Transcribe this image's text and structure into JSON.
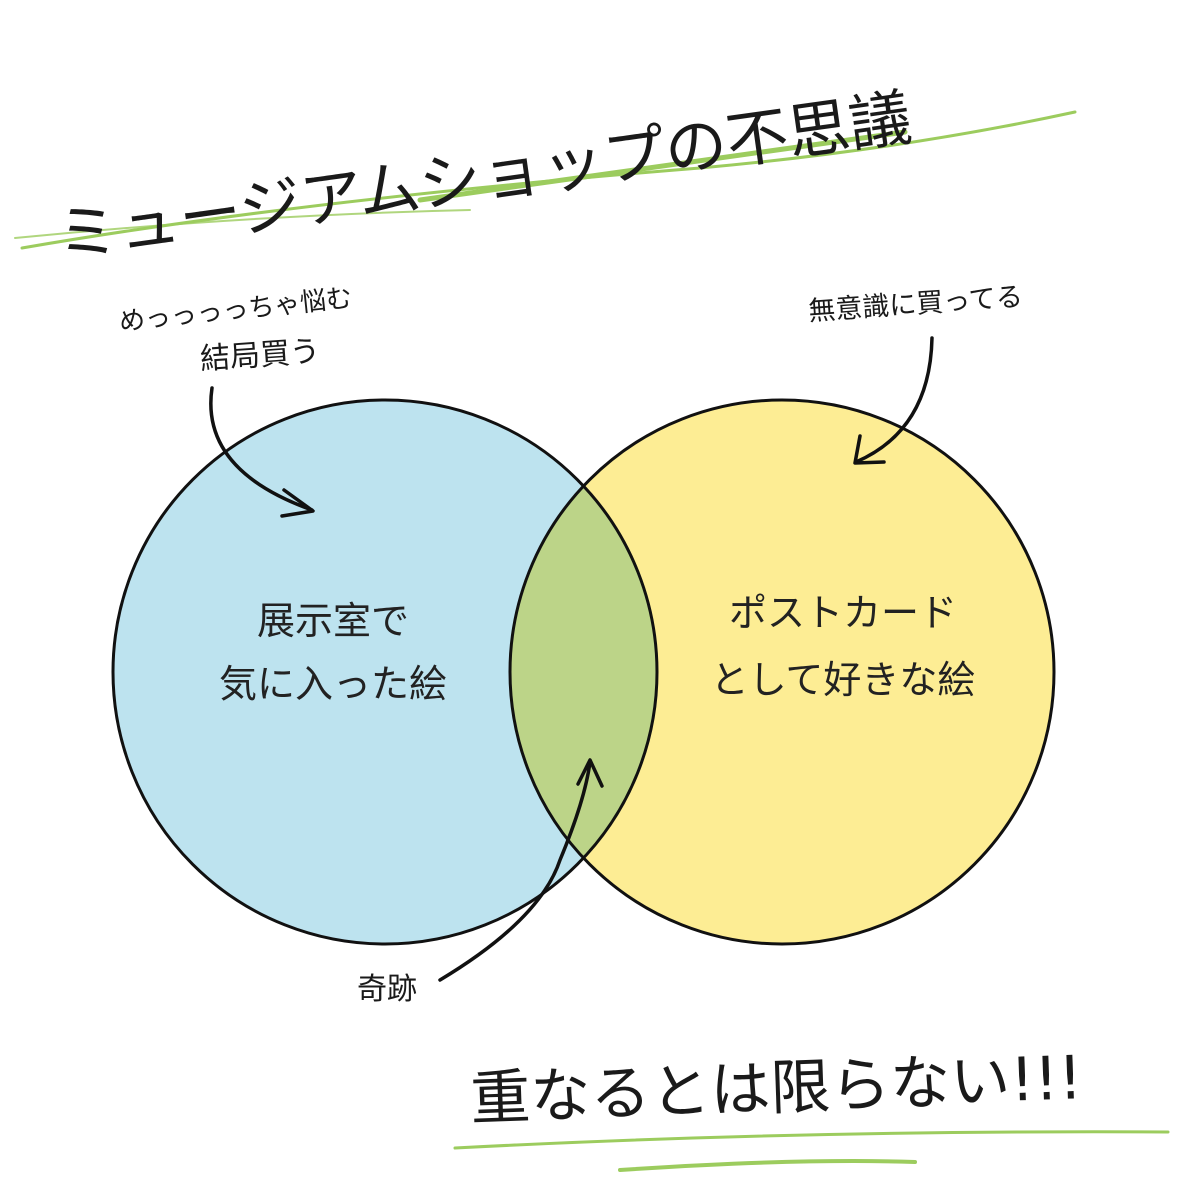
{
  "title": "ミュージアムショップの不思議",
  "note_left_line1": "めっっっっちゃ悩む",
  "note_left_line2": "結局買う",
  "note_right": "無意識に買ってる",
  "circle_left": {
    "line1": "展示室で",
    "line2": "気に入った絵"
  },
  "circle_right": {
    "line1": "ポストカード",
    "line2": "として好きな絵"
  },
  "overlap_note": "奇跡",
  "conclusion": "重なるとは限らない!!!",
  "colors": {
    "left_circle": "#bde3ef",
    "right_circle": "#fded94",
    "overlap": "#bcd488",
    "underline": "#9ccc5e",
    "ink": "#1a1a1a"
  }
}
